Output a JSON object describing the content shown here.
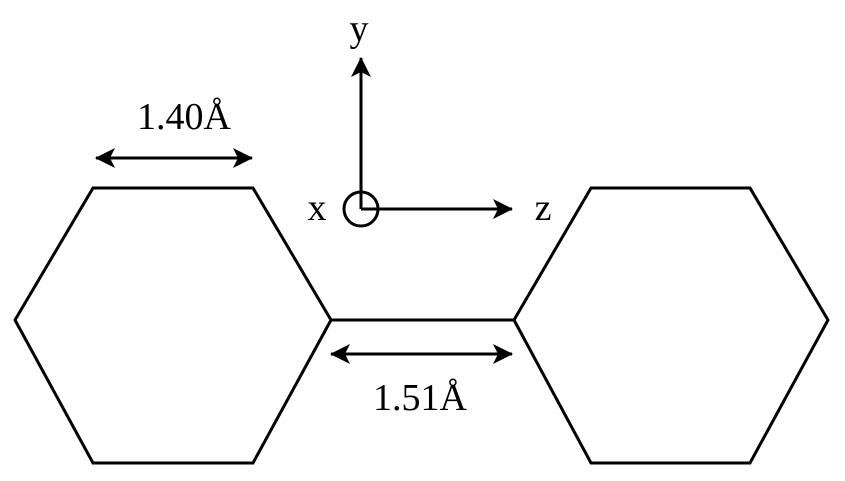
{
  "labels": {
    "ring_bond_length": "1.40Å",
    "inter_ring_bond_length": "1.51Å",
    "axis_y": "y",
    "axis_x": "x",
    "axis_z": "z"
  },
  "colors": {
    "line": "#000000",
    "background": "#ffffff"
  }
}
